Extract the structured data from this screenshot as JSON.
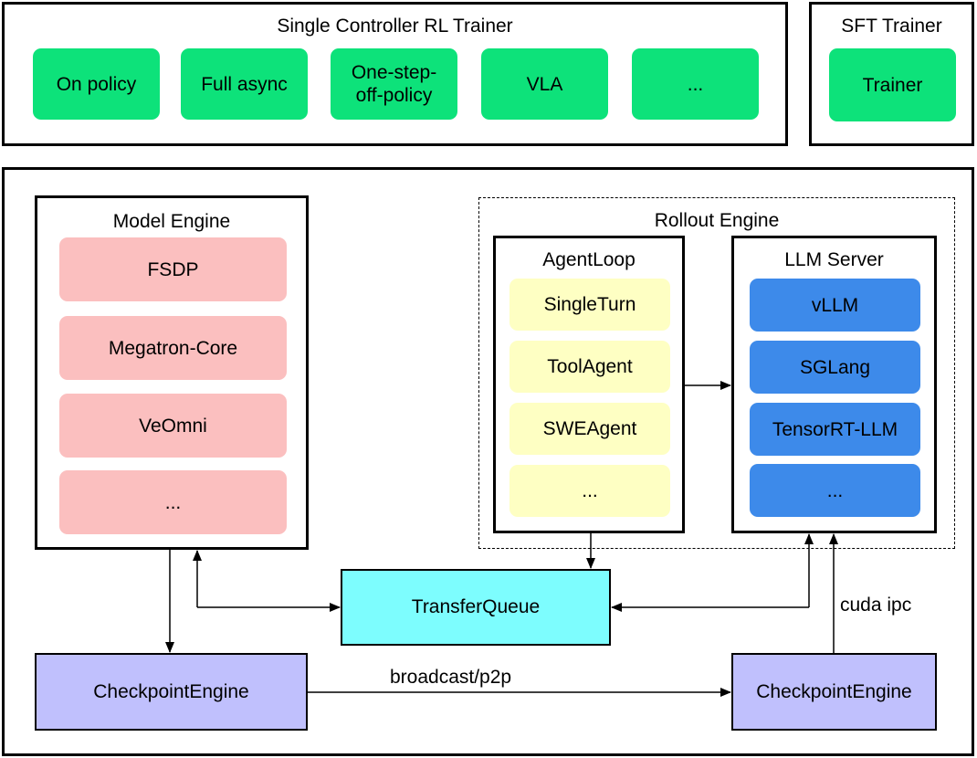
{
  "rl_trainer": {
    "title": "Single Controller RL Trainer",
    "items": [
      {
        "label": "On policy"
      },
      {
        "label": "Full async"
      },
      {
        "label": "One-step-\noff-policy"
      },
      {
        "label": "VLA"
      },
      {
        "label": "..."
      }
    ]
  },
  "sft_trainer": {
    "title": "SFT Trainer",
    "item": "Trainer"
  },
  "model_engine": {
    "title": "Model Engine",
    "items": [
      "FSDP",
      "Megatron-Core",
      "VeOmni",
      "..."
    ]
  },
  "rollout_engine": {
    "title": "Rollout Engine",
    "agent_loop": {
      "title": "AgentLoop",
      "items": [
        "SingleTurn",
        "ToolAgent",
        "SWEAgent",
        "..."
      ]
    },
    "llm_server": {
      "title": "LLM Server",
      "items": [
        "vLLM",
        "SGLang",
        "TensorRT-LLM",
        "..."
      ]
    }
  },
  "transfer_queue": "TransferQueue",
  "checkpoint_left": "CheckpointEngine",
  "checkpoint_right": "CheckpointEngine",
  "edge_labels": {
    "broadcast": "broadcast/p2p",
    "cuda": "cuda ipc"
  },
  "colors": {
    "trainer_green": "#0de27a",
    "model_pink": "#fbbfbf",
    "agent_yellow": "#feffc3",
    "server_blue": "#3d8aea",
    "queue_cyan": "#7dfdfe",
    "checkpoint_violet": "#c0c0fd"
  }
}
